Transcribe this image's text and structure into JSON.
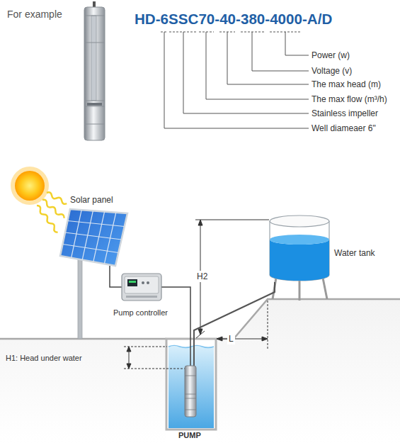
{
  "diagram": {
    "nodes": [
      {
        "text": [
          "Solar panel"
        ]
      },
      {
        "text": [
          "Pump controller"
        ]
      },
      {
        "text": [
          "Water tank"
        ]
      },
      {
        "text": [
          "PUMP"
        ]
      }
    ],
    "edges": [
      {
        "from": 0,
        "to": 1,
        "arrow": "none"
      },
      {
        "from": 1,
        "to": 3,
        "arrow": "none"
      },
      {
        "from": 3,
        "to": 2,
        "arrow": "none"
      }
    ],
    "labels": [
      "For example",
      "HD-6SSC70-40-380-4000-A/D",
      "Power (w)",
      "Voltage (v)",
      "The max head (m)",
      "The max flow (m³/h)",
      "Stainless impeller",
      "Well diameaer 6\"",
      "H2",
      "L",
      "H1: Head under water"
    ]
  }
}
